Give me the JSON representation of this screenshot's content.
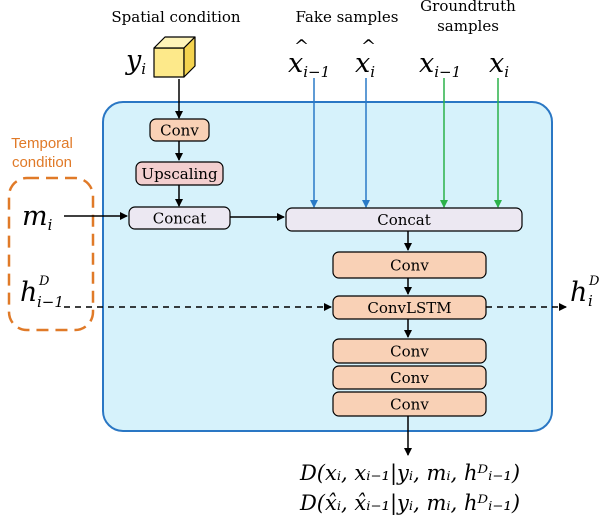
{
  "labels": {
    "spatial_condition": "Spatial condition",
    "fake_samples": "Fake samples",
    "groundtruth_line1": "Groundtruth",
    "groundtruth_line2": "samples",
    "temporal_line1": "Temporal",
    "temporal_line2": "condition"
  },
  "symbols": {
    "y": "y",
    "y_sub": "i",
    "xhat_prev": "x",
    "xhat_prev_sub": "i−1",
    "xhat": "x",
    "xhat_sub": "i",
    "x_prev": "x",
    "x_prev_sub": "i−1",
    "x": "x",
    "x_sub": "i",
    "m": "m",
    "m_sub": "i",
    "h_in": "h",
    "h_in_sup": "D",
    "h_in_sub": "i−1",
    "h_out": "h",
    "h_out_sup": "D",
    "h_out_sub": "i",
    "hat": "^"
  },
  "blocks": {
    "conv_spatial": "Conv",
    "upscaling": "Upscaling",
    "concat_left": "Concat",
    "concat_right": "Concat",
    "conv_top": "Conv",
    "convlstm": "ConvLSTM",
    "conv_1": "Conv",
    "conv_2": "Conv",
    "conv_3": "Conv"
  },
  "outputs": {
    "line1": "D(xᵢ, xᵢ₋₁|yᵢ, mᵢ, hᴰᵢ₋₁)",
    "line2": "D(x̂ᵢ, x̂ᵢ₋₁|yᵢ, mᵢ, hᴰᵢ₋₁)"
  },
  "colors": {
    "panel_fill": "#d6f2fb",
    "panel_stroke": "#2a77c4",
    "conv_fill": "#f9d1b6",
    "upscaling_fill": "#f3cfcf",
    "concat_fill": "#ece8f2",
    "fake_arrow": "#2a7ac7",
    "gt_arrow": "#2cb24a",
    "temporal": "#e07a28",
    "cube_fill": "#fde98a"
  }
}
